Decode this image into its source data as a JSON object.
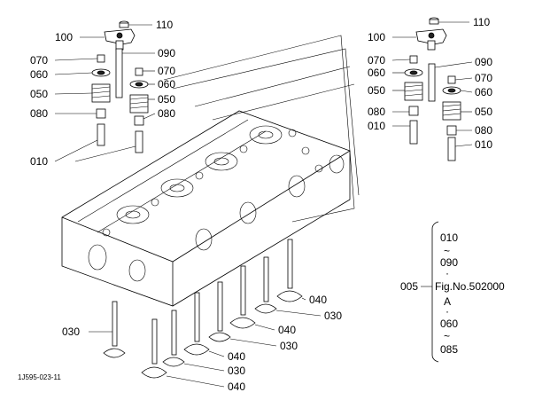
{
  "callouts": {
    "c110_left": "110",
    "c100_left": "100",
    "c070_left_a": "070",
    "c060_left": "060",
    "c050_left": "050",
    "c080_left": "080",
    "c010_left": "010",
    "c090_left": "090",
    "c070_left_b": "070",
    "c060_left_b": "060",
    "c050_left_b": "050",
    "c080_left_b": "080",
    "c110_right": "110",
    "c100_right": "100",
    "c070_right_a": "070",
    "c060_right_a": "060",
    "c050_right_a": "050",
    "c080_right_a": "080",
    "c010_right_a": "010",
    "c090_right": "090",
    "c070_right_b": "070",
    "c060_right_b": "060",
    "c050_right_b": "050",
    "c080_right_b": "080",
    "c010_right_b": "010",
    "c040_a": "040",
    "c030_a": "030",
    "c040_b": "040",
    "c030_b": "030",
    "c040_c": "040",
    "c030_c": "030",
    "c040_d": "040",
    "c030_left": "030"
  },
  "reference_box": {
    "label": "005",
    "from": "010",
    "tilde1": "~",
    "to": "090",
    "dot1": "·",
    "fig": "Fig.No.502000",
    "letter": "A",
    "dot2": "·",
    "from2": "060",
    "tilde2": "~",
    "to2": "085"
  },
  "drawing_code": "1J595-023-11"
}
